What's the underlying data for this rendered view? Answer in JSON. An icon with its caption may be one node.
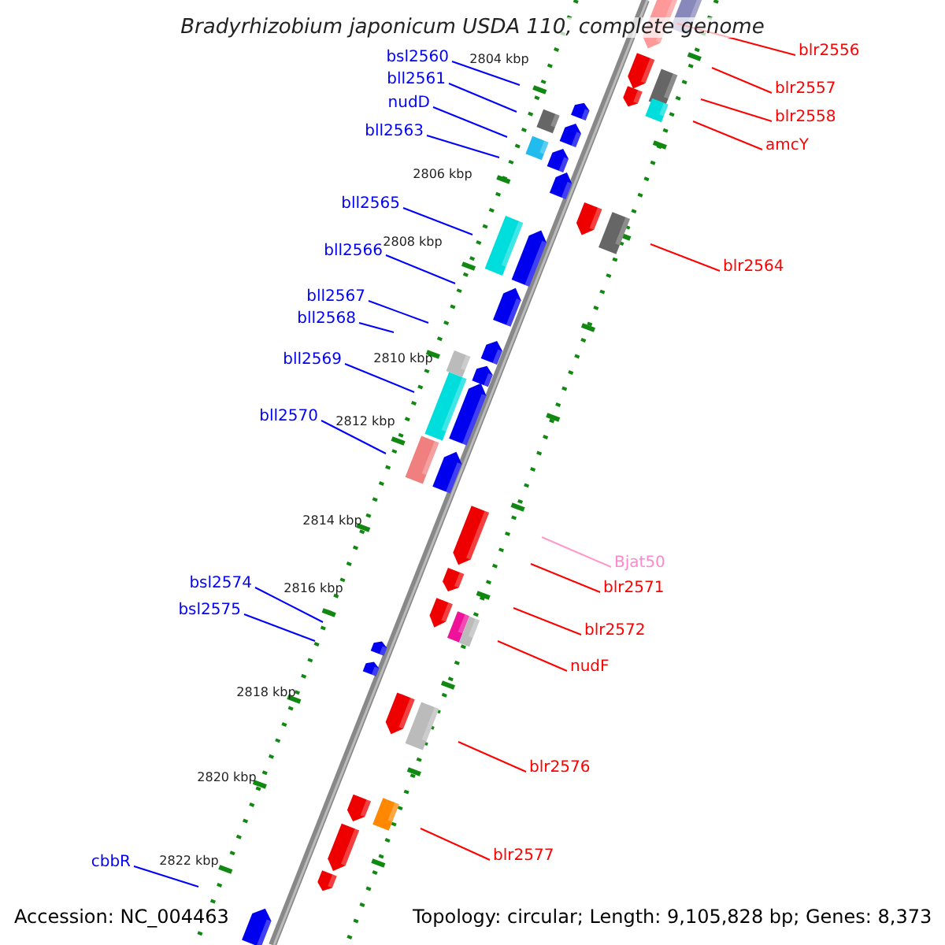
{
  "diagram": {
    "title": "Bradyrhizobium japonicum USDA 110, complete genome",
    "nodes": [
      {
        "text": [
          "bsl2560"
        ]
      },
      {
        "text": [
          "bll2561"
        ]
      },
      {
        "text": [
          "nudD"
        ]
      },
      {
        "text": [
          "bll2563"
        ]
      },
      {
        "text": [
          "bll2565"
        ]
      },
      {
        "text": [
          "bll2566"
        ]
      },
      {
        "text": [
          "bll2567"
        ]
      },
      {
        "text": [
          "bll2568"
        ]
      },
      {
        "text": [
          "bll2569"
        ]
      },
      {
        "text": [
          "bll2570"
        ]
      },
      {
        "text": [
          "bsl2574"
        ]
      },
      {
        "text": [
          "bsl2575"
        ]
      },
      {
        "text": [
          "cbbR"
        ]
      },
      {
        "text": [
          "blr2556"
        ]
      },
      {
        "text": [
          "blr2557"
        ]
      },
      {
        "text": [
          "blr2558"
        ]
      },
      {
        "text": [
          "amcY"
        ]
      },
      {
        "text": [
          "blr2564"
        ]
      },
      {
        "text": [
          "Bjat50"
        ]
      },
      {
        "text": [
          "blr2571"
        ]
      },
      {
        "text": [
          "blr2572"
        ]
      },
      {
        "text": [
          "nudF"
        ]
      },
      {
        "text": [
          "blr2576"
        ]
      },
      {
        "text": [
          "blr2577"
        ]
      }
    ],
    "edges": [
      {
        "from": 0,
        "to": null,
        "arrow": "none"
      },
      {
        "from": 1,
        "to": null,
        "arrow": "none"
      },
      {
        "from": 2,
        "to": null,
        "arrow": "none"
      },
      {
        "from": 3,
        "to": null,
        "arrow": "none"
      },
      {
        "from": 4,
        "to": null,
        "arrow": "none"
      },
      {
        "from": 5,
        "to": null,
        "arrow": "none"
      },
      {
        "from": 6,
        "to": null,
        "arrow": "none"
      },
      {
        "from": 7,
        "to": null,
        "arrow": "none"
      },
      {
        "from": 8,
        "to": null,
        "arrow": "none"
      },
      {
        "from": 9,
        "to": null,
        "arrow": "none"
      },
      {
        "from": 10,
        "to": null,
        "arrow": "none"
      },
      {
        "from": 11,
        "to": null,
        "arrow": "none"
      },
      {
        "from": 12,
        "to": null,
        "arrow": "none"
      },
      {
        "from": 13,
        "to": null,
        "arrow": "none",
        "color": "#ff0000"
      },
      {
        "from": 14,
        "to": null,
        "arrow": "none",
        "color": "#ff0000"
      },
      {
        "from": 15,
        "to": null,
        "arrow": "none",
        "color": "#ff0000"
      },
      {
        "from": 16,
        "to": null,
        "arrow": "none",
        "color": "#ff0000"
      },
      {
        "from": 17,
        "to": null,
        "arrow": "none",
        "color": "#ff0000"
      },
      {
        "from": 18,
        "to": null,
        "arrow": "none",
        "color": "#ff99cc"
      },
      {
        "from": 19,
        "to": null,
        "arrow": "none",
        "color": "#ff0000"
      },
      {
        "from": 20,
        "to": null,
        "arrow": "none",
        "color": "#ff0000"
      },
      {
        "from": 21,
        "to": null,
        "arrow": "none",
        "color": "#ff0000"
      },
      {
        "from": 22,
        "to": null,
        "arrow": "none",
        "color": "#ff0000"
      },
      {
        "from": 23,
        "to": null,
        "arrow": "none",
        "color": "#ff0000"
      }
    ],
    "labels": [
      "2804 kbp",
      "2806 kbp",
      "2808 kbp",
      "2810 kbp",
      "2812 kbp",
      "2814 kbp",
      "2816 kbp",
      "2818 kbp",
      "2820 kbp",
      "2822 kbp",
      "Accession: NC_004463",
      "Topology: circular; Length: 9,105,828 bp; Genes: 8,373"
    ]
  }
}
